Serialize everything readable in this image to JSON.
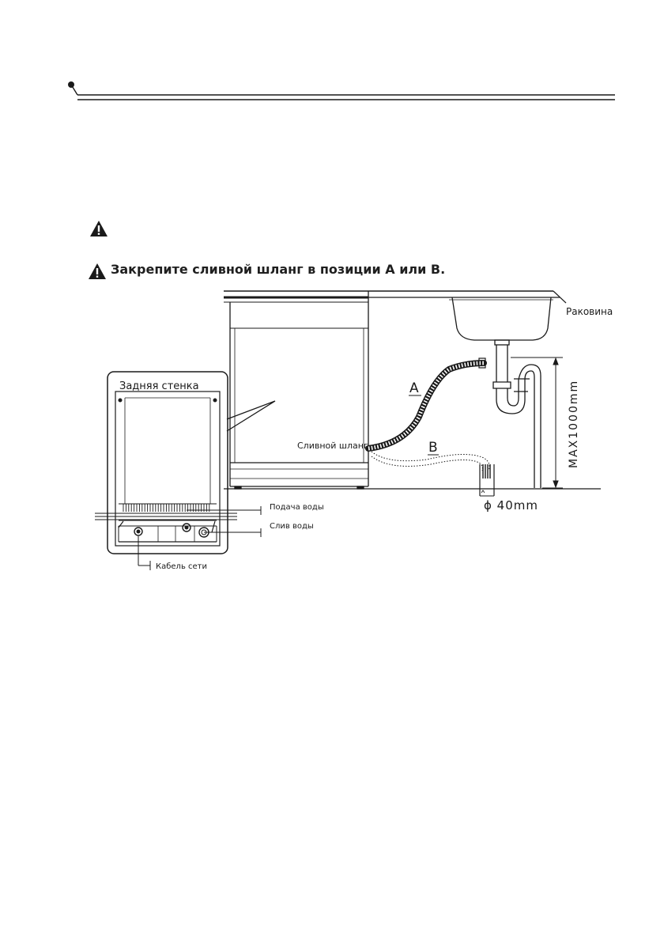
{
  "caption": "Закрепите сливной шланг в позиции А или В.",
  "labels": {
    "sink": "Раковина",
    "back_wall": "Задняя стенка",
    "drain_hose": "Сливной шланг",
    "pos_a": "A",
    "pos_b": "B",
    "max_height": "MAX1000mm",
    "diameter": "ϕ 40mm",
    "water_inlet": "Подача воды",
    "water_drain": "Слив воды",
    "power_cable": "Кабель сети"
  },
  "icons": [
    "warning-icon"
  ]
}
